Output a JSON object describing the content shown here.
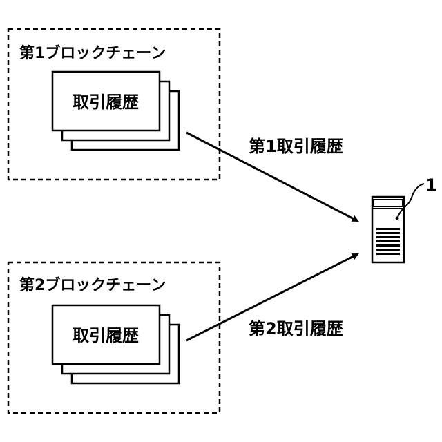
{
  "diagram": {
    "blockchain1": {
      "title": "第1ブロックチェーン",
      "doc_label": "取引履歴"
    },
    "blockchain2": {
      "title": "第2ブロックチェーン",
      "doc_label": "取引履歴"
    },
    "arrow1_label": "第1取引履歴",
    "arrow2_label": "第2取引履歴",
    "server_ref": "1"
  }
}
